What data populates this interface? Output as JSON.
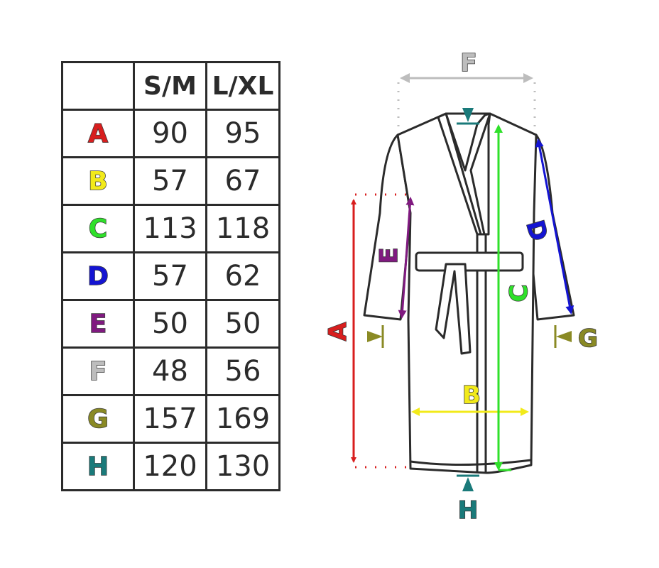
{
  "table": {
    "corner": "",
    "headers": [
      "S/M",
      "L/XL"
    ],
    "rows": [
      {
        "letter": "A",
        "color": "#d81e1e",
        "values": [
          "90",
          "95"
        ]
      },
      {
        "letter": "B",
        "color": "#f2ea1a",
        "values": [
          "57",
          "67"
        ]
      },
      {
        "letter": "C",
        "color": "#2fe02a",
        "values": [
          "113",
          "118"
        ]
      },
      {
        "letter": "D",
        "color": "#1414d2",
        "values": [
          "57",
          "62"
        ]
      },
      {
        "letter": "E",
        "color": "#801a80",
        "values": [
          "50",
          "50"
        ]
      },
      {
        "letter": "F",
        "color": "#bdbdbd",
        "values": [
          "48",
          "56"
        ]
      },
      {
        "letter": "G",
        "color": "#8a8a24",
        "values": [
          "157",
          "169"
        ]
      },
      {
        "letter": "H",
        "color": "#1a7a7a",
        "values": [
          "120",
          "130"
        ]
      }
    ]
  },
  "diagram": {
    "labels": {
      "A": "A",
      "B": "B",
      "C": "C",
      "D": "D",
      "E": "E",
      "F": "F",
      "G": "G",
      "H": "H"
    },
    "colors": {
      "A": "#d81e1e",
      "B": "#f2ea1a",
      "C": "#2fe02a",
      "D": "#1414d2",
      "E": "#801a80",
      "F": "#bdbdbd",
      "G": "#8a8a24",
      "H": "#1a7a7a",
      "outline": "#2b2b2b"
    }
  }
}
